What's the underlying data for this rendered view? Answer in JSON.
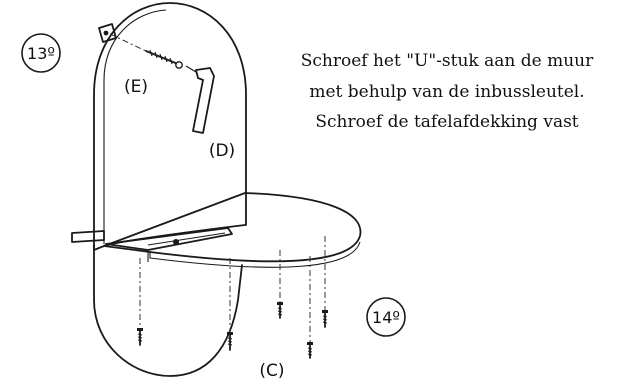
{
  "steps": {
    "step13": "13º",
    "step14": "14º"
  },
  "part_labels": {
    "e": "(E)",
    "d": "(D)",
    "c": "(C)"
  },
  "caption": {
    "line1": "Schroef het \"U\"-stuk aan de muur",
    "line2": "met behulp van de inbussleutel.",
    "line3": "Schroef de tafelafdekking vast"
  },
  "icons": [
    "wall-bracket-icon",
    "wall-screw-icon",
    "allen-key-icon",
    "wood-screw-icon",
    "mounting-plate-icon"
  ]
}
